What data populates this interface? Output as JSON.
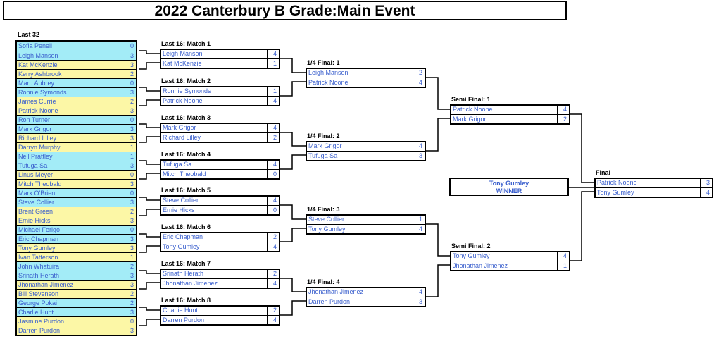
{
  "title": "2022 Canterbury B Grade:Main Event",
  "last32": {
    "header": "Last 32",
    "rows": [
      {
        "name": "Sofia Peneli",
        "score": "0"
      },
      {
        "name": "Leigh Manson",
        "score": "3"
      },
      {
        "name": "Kat McKenzie",
        "score": "3"
      },
      {
        "name": "Kerry Ashbrook",
        "score": "2"
      },
      {
        "name": "Maru Aubrey",
        "score": "0"
      },
      {
        "name": "Ronnie Symonds",
        "score": "3"
      },
      {
        "name": "James Currie",
        "score": "2"
      },
      {
        "name": "Patrick Noone",
        "score": "3"
      },
      {
        "name": "Ron Turner",
        "score": "0"
      },
      {
        "name": "Mark Grigor",
        "score": "3"
      },
      {
        "name": "Richard Lilley",
        "score": "3"
      },
      {
        "name": "Darryn Murphy",
        "score": "1"
      },
      {
        "name": "Neil Prattley",
        "score": "1"
      },
      {
        "name": "Tufuga Sa",
        "score": "3"
      },
      {
        "name": "Linus Meyer",
        "score": "0"
      },
      {
        "name": "Mitch Theobald",
        "score": "3"
      },
      {
        "name": "Mark O'Brien",
        "score": "0"
      },
      {
        "name": "Steve Collier",
        "score": "3"
      },
      {
        "name": "Brent Green",
        "score": "2"
      },
      {
        "name": "Ernie Hicks",
        "score": "3"
      },
      {
        "name": "Michael Ferigo",
        "score": "0"
      },
      {
        "name": "Eric Chapman",
        "score": "3"
      },
      {
        "name": "Tony Gumley",
        "score": "3"
      },
      {
        "name": "Ivan Tatterson",
        "score": "1"
      },
      {
        "name": "John Whatuira",
        "score": "2"
      },
      {
        "name": "Srinath Herath",
        "score": "3"
      },
      {
        "name": "Jhonathan Jimenez",
        "score": "3"
      },
      {
        "name": "Bill Stevenson",
        "score": "2"
      },
      {
        "name": "George Pokai",
        "score": "2"
      },
      {
        "name": "Charlie Hunt",
        "score": "3"
      },
      {
        "name": "Jasmine Purdon",
        "score": "0"
      },
      {
        "name": "Darren Purdon",
        "score": "3"
      }
    ]
  },
  "last16": [
    {
      "label": "Last 16: Match 1",
      "p1": {
        "name": "Leigh Manson",
        "score": "4"
      },
      "p2": {
        "name": "Kat McKenzie",
        "score": "1"
      }
    },
    {
      "label": "Last 16: Match 2",
      "p1": {
        "name": "Ronnie Symonds",
        "score": "1"
      },
      "p2": {
        "name": "Patrick Noone",
        "score": "4"
      }
    },
    {
      "label": "Last 16: Match 3",
      "p1": {
        "name": "Mark Grigor",
        "score": "4"
      },
      "p2": {
        "name": "Richard Lilley",
        "score": "2"
      }
    },
    {
      "label": "Last 16: Match 4",
      "p1": {
        "name": "Tufuga Sa",
        "score": "4"
      },
      "p2": {
        "name": "Mitch Theobald",
        "score": "0"
      }
    },
    {
      "label": "Last 16: Match 5",
      "p1": {
        "name": "Steve Collier",
        "score": "4"
      },
      "p2": {
        "name": "Ernie Hicks",
        "score": "0"
      }
    },
    {
      "label": "Last 16: Match 6",
      "p1": {
        "name": "Eric Chapman",
        "score": "2"
      },
      "p2": {
        "name": "Tony Gumley",
        "score": "4"
      }
    },
    {
      "label": "Last 16: Match 7",
      "p1": {
        "name": "Srinath Herath",
        "score": "2"
      },
      "p2": {
        "name": "Jhonathan Jimenez",
        "score": "4"
      }
    },
    {
      "label": "Last 16: Match 8",
      "p1": {
        "name": "Charlie Hunt",
        "score": "2"
      },
      "p2": {
        "name": "Darren Purdon",
        "score": "4"
      }
    }
  ],
  "quarter": [
    {
      "label": "1/4 Final: 1",
      "p1": {
        "name": "Leigh Manson",
        "score": "2"
      },
      "p2": {
        "name": "Patrick Noone",
        "score": "4"
      }
    },
    {
      "label": "1/4 Final: 2",
      "p1": {
        "name": "Mark Grigor",
        "score": "4"
      },
      "p2": {
        "name": "Tufuga Sa",
        "score": "3"
      }
    },
    {
      "label": "1/4 Final: 3",
      "p1": {
        "name": "Steve Collier",
        "score": "1"
      },
      "p2": {
        "name": "Tony Gumley",
        "score": "4"
      }
    },
    {
      "label": "1/4 Final: 4",
      "p1": {
        "name": "Jhonathan Jimenez",
        "score": "4"
      },
      "p2": {
        "name": "Darren Purdon",
        "score": "3"
      }
    }
  ],
  "semi": [
    {
      "label": "Semi Final: 1",
      "p1": {
        "name": "Patrick Noone",
        "score": "4"
      },
      "p2": {
        "name": "Mark Grigor",
        "score": "2"
      }
    },
    {
      "label": "Semi Final: 2",
      "p1": {
        "name": "Tony Gumley",
        "score": "4"
      },
      "p2": {
        "name": "Jhonathan Jimenez",
        "score": "1"
      }
    }
  ],
  "final": {
    "label": "Final",
    "p1": {
      "name": "Patrick Noone",
      "score": "3"
    },
    "p2": {
      "name": "Tony Gumley",
      "score": "4"
    }
  },
  "winner": {
    "name": "Tony Gumley",
    "label": "WINNER"
  },
  "colors": {
    "cyan": "#a3ecf7",
    "yellow": "#fcf7a6",
    "text": "#3a5fcd"
  }
}
